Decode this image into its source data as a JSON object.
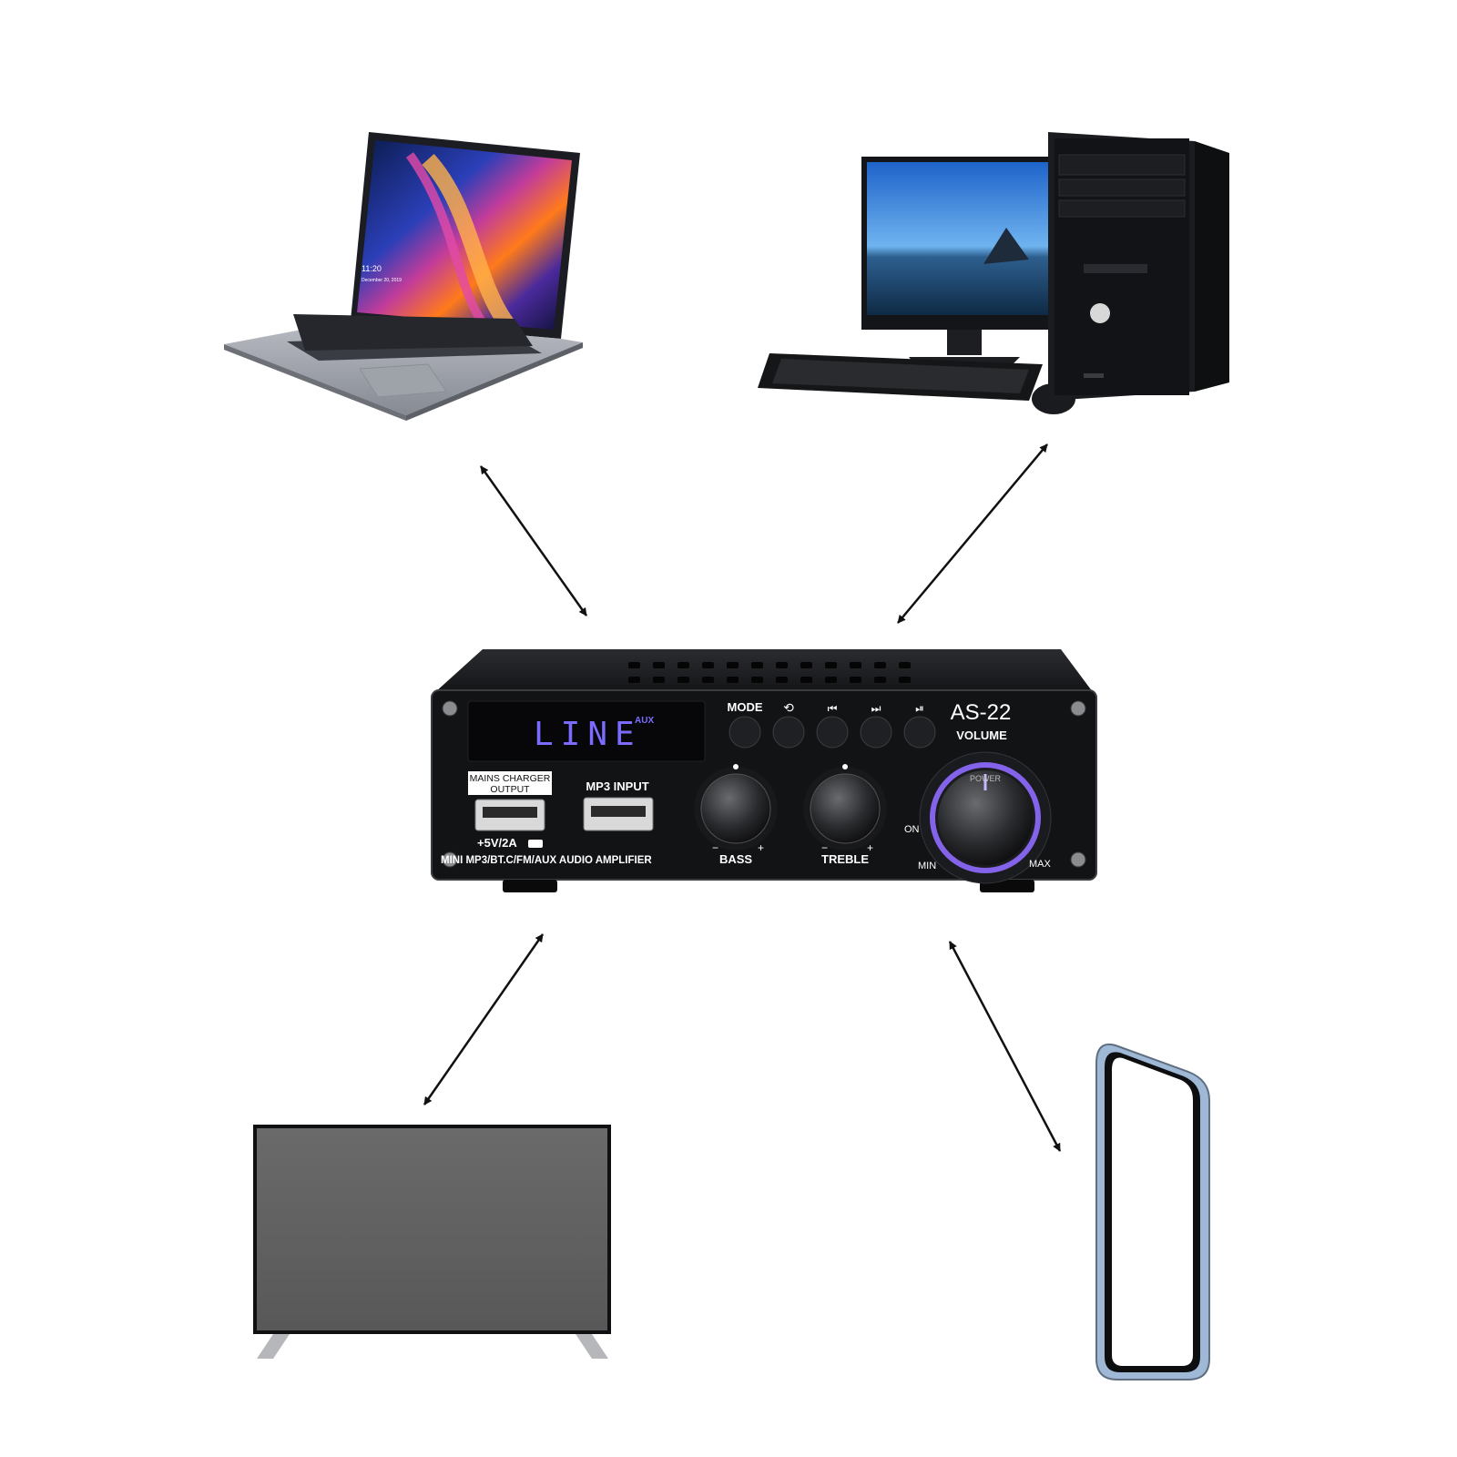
{
  "amplifier": {
    "model": "AS-22",
    "display_text": "LINE",
    "display_badge": "AUX",
    "usb_charger_label_line1": "MAINS CHARGER",
    "usb_charger_label_line2": "OUTPUT",
    "usb_charger_rating": "+5V/2A",
    "mp3_input_label": "MP3 INPUT",
    "product_line": "MINI MP3/BT.C/FM/AUX AUDIO AMPLIFIER",
    "buttons": {
      "mode": "MODE",
      "repeat": "⟲",
      "prev": "⏮",
      "next": "⏭",
      "play_pause": "⏯"
    },
    "knobs": {
      "bass": "BASS",
      "treble": "TREBLE",
      "volume": "VOLUME",
      "on": "ON",
      "min": "MIN",
      "max": "MAX",
      "power": "POWER",
      "minus": "−",
      "plus": "+"
    }
  },
  "devices": {
    "laptop_clock": "11:20",
    "laptop_date": "December 20, 2019"
  },
  "colors": {
    "amp_body": "#121315",
    "lcd_glow": "#7b6cff",
    "ring_glow": "#8f6bff",
    "arrow": "#111111"
  }
}
